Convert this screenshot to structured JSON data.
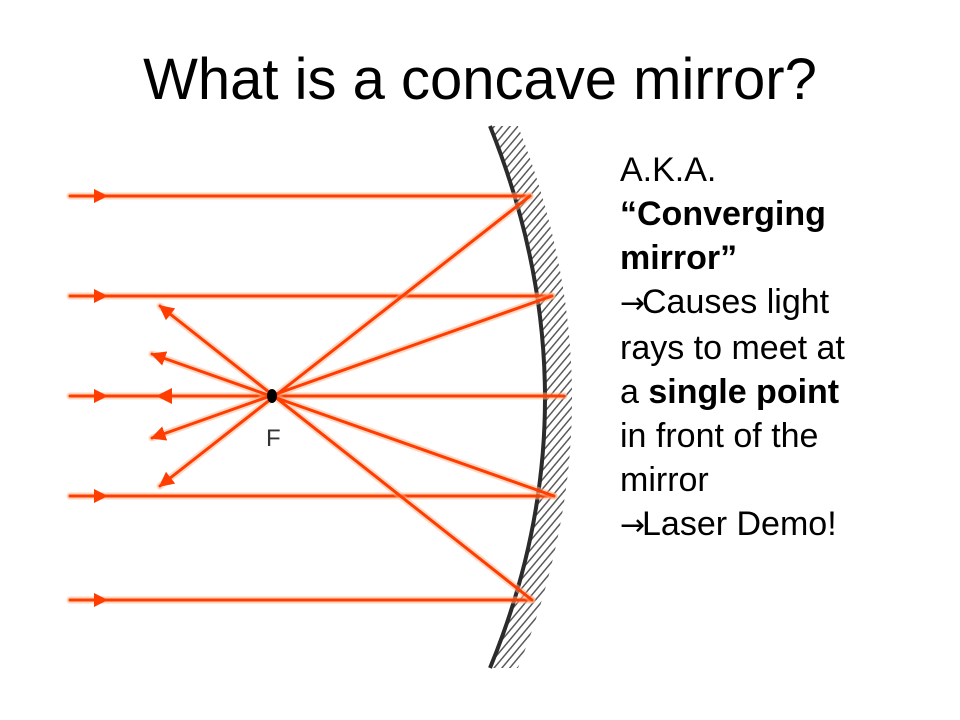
{
  "slide": {
    "title": "What is a concave mirror?"
  },
  "diagram": {
    "focal_label": "F",
    "colors": {
      "ray": "#ff3d00",
      "ray_glow": "#ffb38a",
      "mirror": "#2b2b2b",
      "hatch": "#9a9a9a"
    },
    "icons": [
      "arrow-right-icon",
      "focal-point-icon"
    ]
  },
  "text": {
    "line1": "A.K.A.",
    "line2": "“Converging",
    "line3": "mirror”",
    "bullet1_arrow": "→",
    "bullet1_line1": "Causes light",
    "bullet1_line2": "rays to meet at",
    "bullet1_line3_prefix": "a ",
    "bullet1_line3_bold": "single point",
    "bullet1_line4": "in front of the",
    "bullet1_line5": "mirror",
    "bullet2_arrow": "→",
    "bullet2_text": "Laser Demo!"
  }
}
